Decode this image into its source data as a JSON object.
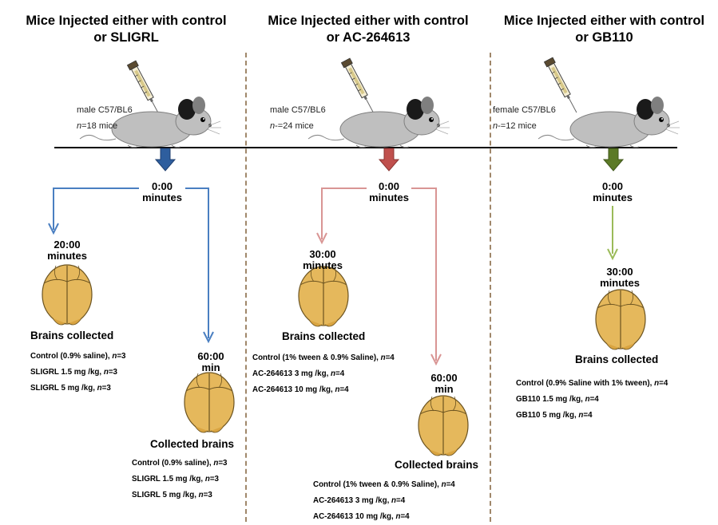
{
  "panels": [
    {
      "id": "sligrl",
      "header_line1": "Mice Injected  either with control",
      "header_line2": "or SLIGRL",
      "header_color": "#c6d9f0",
      "arrow_color": "#4a7fc1",
      "mouse_strain": "male C57/BL6",
      "mouse_count_prefix": "n",
      "mouse_count_text": "=18 mice",
      "start_time": "0:00",
      "start_unit": "minutes",
      "early_time": "20:00",
      "early_unit": "minutes",
      "early_title": "Brains collected",
      "early_conditions": [
        {
          "label": "Control (0.9% saline), ",
          "n": "n",
          "value": "=3"
        },
        {
          "label": "SLIGRL 1.5 mg /kg, ",
          "n": "n",
          "value": "=3"
        },
        {
          "label": "SLIGRL 5 mg /kg, ",
          "n": "n",
          "value": "=3"
        }
      ],
      "late_time": "60:00",
      "late_unit": "min",
      "late_title": "Collected brains",
      "late_conditions": [
        {
          "label": "Control (0.9% saline), ",
          "n": "n",
          "value": "=3"
        },
        {
          "label": "SLIGRL 1.5 mg /kg, ",
          "n": "n",
          "value": "=3"
        },
        {
          "label": "SLIGRL 5 mg /kg, ",
          "n": "n",
          "value": "=3"
        }
      ]
    },
    {
      "id": "ac264613",
      "header_line1": "Mice Injected  either with  control",
      "header_line2": "or AC-264613",
      "header_color": "#f2dcdb",
      "arrow_color": "#d99594",
      "mouse_strain": "male C57/BL6",
      "mouse_count_prefix": "n",
      "mouse_count_text": "-=24 mice",
      "start_time": "0:00",
      "start_unit": "minutes",
      "early_time": "30:00",
      "early_unit": "minutes",
      "early_title": "Brains collected",
      "early_conditions": [
        {
          "label": "Control  (1% tween & 0.9% Saline), ",
          "n": "n",
          "value": "=4"
        },
        {
          "label": "AC-264613  3 mg /kg, ",
          "n": "n",
          "value": "=4"
        },
        {
          "label": "AC-264613  10 mg /kg, ",
          "n": "n",
          "value": "=4"
        }
      ],
      "late_time": "60:00",
      "late_unit": "min",
      "late_title": "Collected brains",
      "late_conditions": [
        {
          "label": "Control  (1% tween & 0.9% Saline), ",
          "n": "n",
          "value": "=4"
        },
        {
          "label": "AC-264613  3 mg /kg, ",
          "n": "n",
          "value": "=4"
        },
        {
          "label": "AC-264613  10 mg /kg, ",
          "n": "n",
          "value": "=4"
        }
      ]
    },
    {
      "id": "gb110",
      "header_line1": "Mice Injected  either with control",
      "header_line2": "or GB110",
      "header_color": "#ebf1de",
      "arrow_color": "#9bbb59",
      "mouse_strain": "female C57/BL6",
      "mouse_count_prefix": "n",
      "mouse_count_text": "-=12 mice",
      "start_time": "0:00",
      "start_unit": "minutes",
      "early_time": "30:00",
      "early_unit": "minutes",
      "early_title": "Brains collected",
      "early_conditions": [
        {
          "label": "Control (0.9% Saline  with 1% tween), ",
          "n": "n",
          "value": "=4"
        },
        {
          "label": "GB110  1.5  mg /kg, ",
          "n": "n",
          "value": "=4"
        },
        {
          "label": "GB110  5 mg /kg, ",
          "n": "n",
          "value": "=4"
        }
      ]
    }
  ],
  "colors": {
    "brain_fill": "#e5b85c",
    "brain_stroke": "#6b5320",
    "mouse_body": "#bfbfbf",
    "divider": "#a0876a",
    "down_arrow_blue": "#2e5e9e",
    "down_arrow_red": "#c0504d",
    "down_arrow_green": "#5c7a27"
  }
}
